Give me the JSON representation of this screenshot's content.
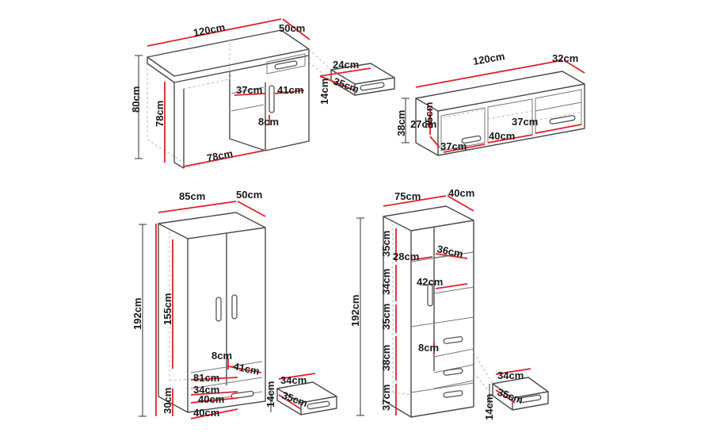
{
  "desk": {
    "width": "120cm",
    "depth": "50cm",
    "height": "80cm",
    "inner_height": "78cm",
    "inner_width": "78cm",
    "shelf_width": "37cm",
    "shelf_depth": "41cm",
    "shelf_gap": "8cm",
    "drawer_width": "24cm",
    "drawer_depth": "35cm",
    "drawer_height": "14cm"
  },
  "cabinet": {
    "width": "120cm",
    "depth": "32cm",
    "height": "38cm",
    "inner_height": "35cm",
    "door_height": "27cm",
    "left_width": "37cm",
    "middle_width": "40cm",
    "right_width": "37cm"
  },
  "wardrobe": {
    "width": "85cm",
    "depth": "50cm",
    "height": "192cm",
    "inner_height": "155cm",
    "bottom_height": "30cm",
    "gap": "8cm",
    "rail_depth": "41cm",
    "inner_width": "81cm",
    "shelf_height": "34cm",
    "shelf_width": "40cm",
    "drawer_width_lower": "40cm",
    "drawer_width": "34cm",
    "drawer_depth": "35cm",
    "drawer_height": "14cm"
  },
  "bookcase": {
    "width": "75cm",
    "depth": "40cm",
    "height": "192cm",
    "h1": "35cm",
    "h2": "34cm",
    "h3": "35cm",
    "h4": "38cm",
    "h5": "37cm",
    "shelf_width": "28cm",
    "shelf_depth": "36cm",
    "door_width": "42cm",
    "gap": "8cm",
    "drawer_width": "34cm",
    "drawer_depth": "35cm",
    "drawer_height": "14cm"
  }
}
